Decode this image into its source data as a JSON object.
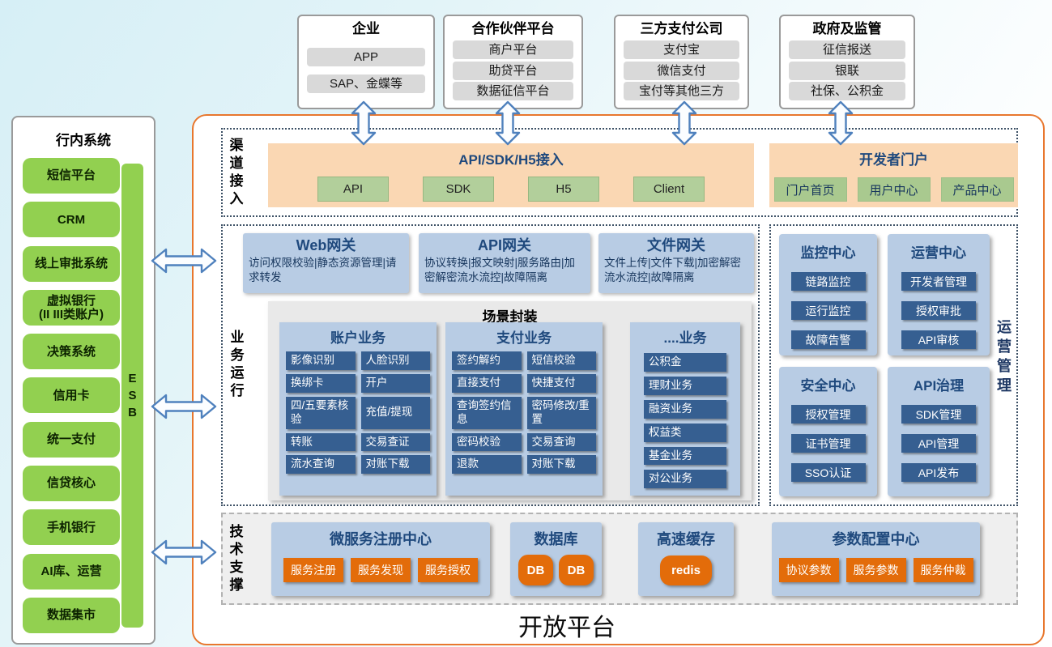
{
  "platform_title": "开放平台",
  "external_systems": [
    {
      "title": "企业",
      "items": [
        "APP",
        "SAP、金蝶等"
      ]
    },
    {
      "title": "合作伙伴平台",
      "items": [
        "商户平台",
        "助贷平台",
        "数据征信平台"
      ]
    },
    {
      "title": "三方支付公司",
      "items": [
        "支付宝",
        "微信支付",
        "宝付等其他三方"
      ]
    },
    {
      "title": "政府及监管",
      "items": [
        "征信报送",
        "银联",
        "社保、公积金"
      ]
    }
  ],
  "internal_systems": {
    "title": "行内系统",
    "esb_label": "ESB",
    "items": [
      "短信平台",
      "CRM",
      "线上审批系统",
      "虚拟银行\n(II III类账户)",
      "决策系统",
      "信用卡",
      "统一支付",
      "信贷核心",
      "手机银行",
      "AI库、运营",
      "数据集市"
    ]
  },
  "channel_access": {
    "label": "渠道接入",
    "api_access": {
      "title": "API/SDK/H5接入",
      "buttons": [
        "API",
        "SDK",
        "H5",
        "Client"
      ]
    },
    "dev_portal": {
      "title": "开发者门户",
      "buttons": [
        "门户首页",
        "用户中心",
        "产品中心"
      ]
    }
  },
  "business_operation": {
    "label": "业务运行",
    "gateways": [
      {
        "title": "Web网关",
        "desc": "访问权限校验|静态资源管理|请求转发"
      },
      {
        "title": "API网关",
        "desc": "协议转换|报文映射|服务路由|加密解密流水流控|故障隔离"
      },
      {
        "title": "文件网关",
        "desc": "文件上传|文件下载|加密解密流水流控|故障隔离"
      }
    ],
    "scenario": {
      "title": "场景封装",
      "columns": [
        {
          "title": "账户业务",
          "items": [
            "影像识别",
            "人脸识别",
            "换绑卡",
            "开户",
            "四/五要素核验",
            "充值/提现",
            "转账",
            "交易查证",
            "流水查询",
            "对账下载"
          ]
        },
        {
          "title": "支付业务",
          "items": [
            "签约解约",
            "短信校验",
            "直接支付",
            "快捷支付",
            "查询签约信息",
            "密码修改/重置",
            "密码校验",
            "交易查询",
            "退款",
            "对账下载"
          ]
        },
        {
          "title": "....业务",
          "items": [
            "公积金",
            "理财业务",
            "融资业务",
            "权益类",
            "基金业务",
            "对公业务"
          ]
        }
      ]
    }
  },
  "ops_management": {
    "label": "运营管理",
    "centers": [
      {
        "title": "监控中心",
        "items": [
          "链路监控",
          "运行监控",
          "故障告警"
        ]
      },
      {
        "title": "运营中心",
        "items": [
          "开发者管理",
          "授权审批",
          "API审核"
        ]
      },
      {
        "title": "安全中心",
        "items": [
          "授权管理",
          "证书管理",
          "SSO认证"
        ]
      },
      {
        "title": "API治理",
        "items": [
          "SDK管理",
          "API管理",
          "API发布"
        ]
      }
    ]
  },
  "tech_support": {
    "label": "技术支撑",
    "groups": [
      {
        "title": "微服务注册中心",
        "items": [
          "服务注册",
          "服务发现",
          "服务授权"
        ]
      },
      {
        "title": "数据库",
        "items": [
          "DB",
          "DB"
        ]
      },
      {
        "title": "高速缓存",
        "items": [
          "redis"
        ]
      },
      {
        "title": "参数配置中心",
        "items": [
          "协议参数",
          "服务参数",
          "服务仲裁"
        ]
      }
    ]
  },
  "colors": {
    "sidebar_green": "#92D050",
    "channel_peach": "#FAD7B3",
    "access_button_green": "#B2CF9B",
    "panel_blue": "#B8CCE4",
    "item_navy": "#365F91",
    "title_navy": "#1F497D",
    "tech_orange": "#E36C0A",
    "container_border_orange": "#E8772E",
    "arrow_blue": "#4F81BD",
    "external_item_gray": "#D9D9D9"
  }
}
